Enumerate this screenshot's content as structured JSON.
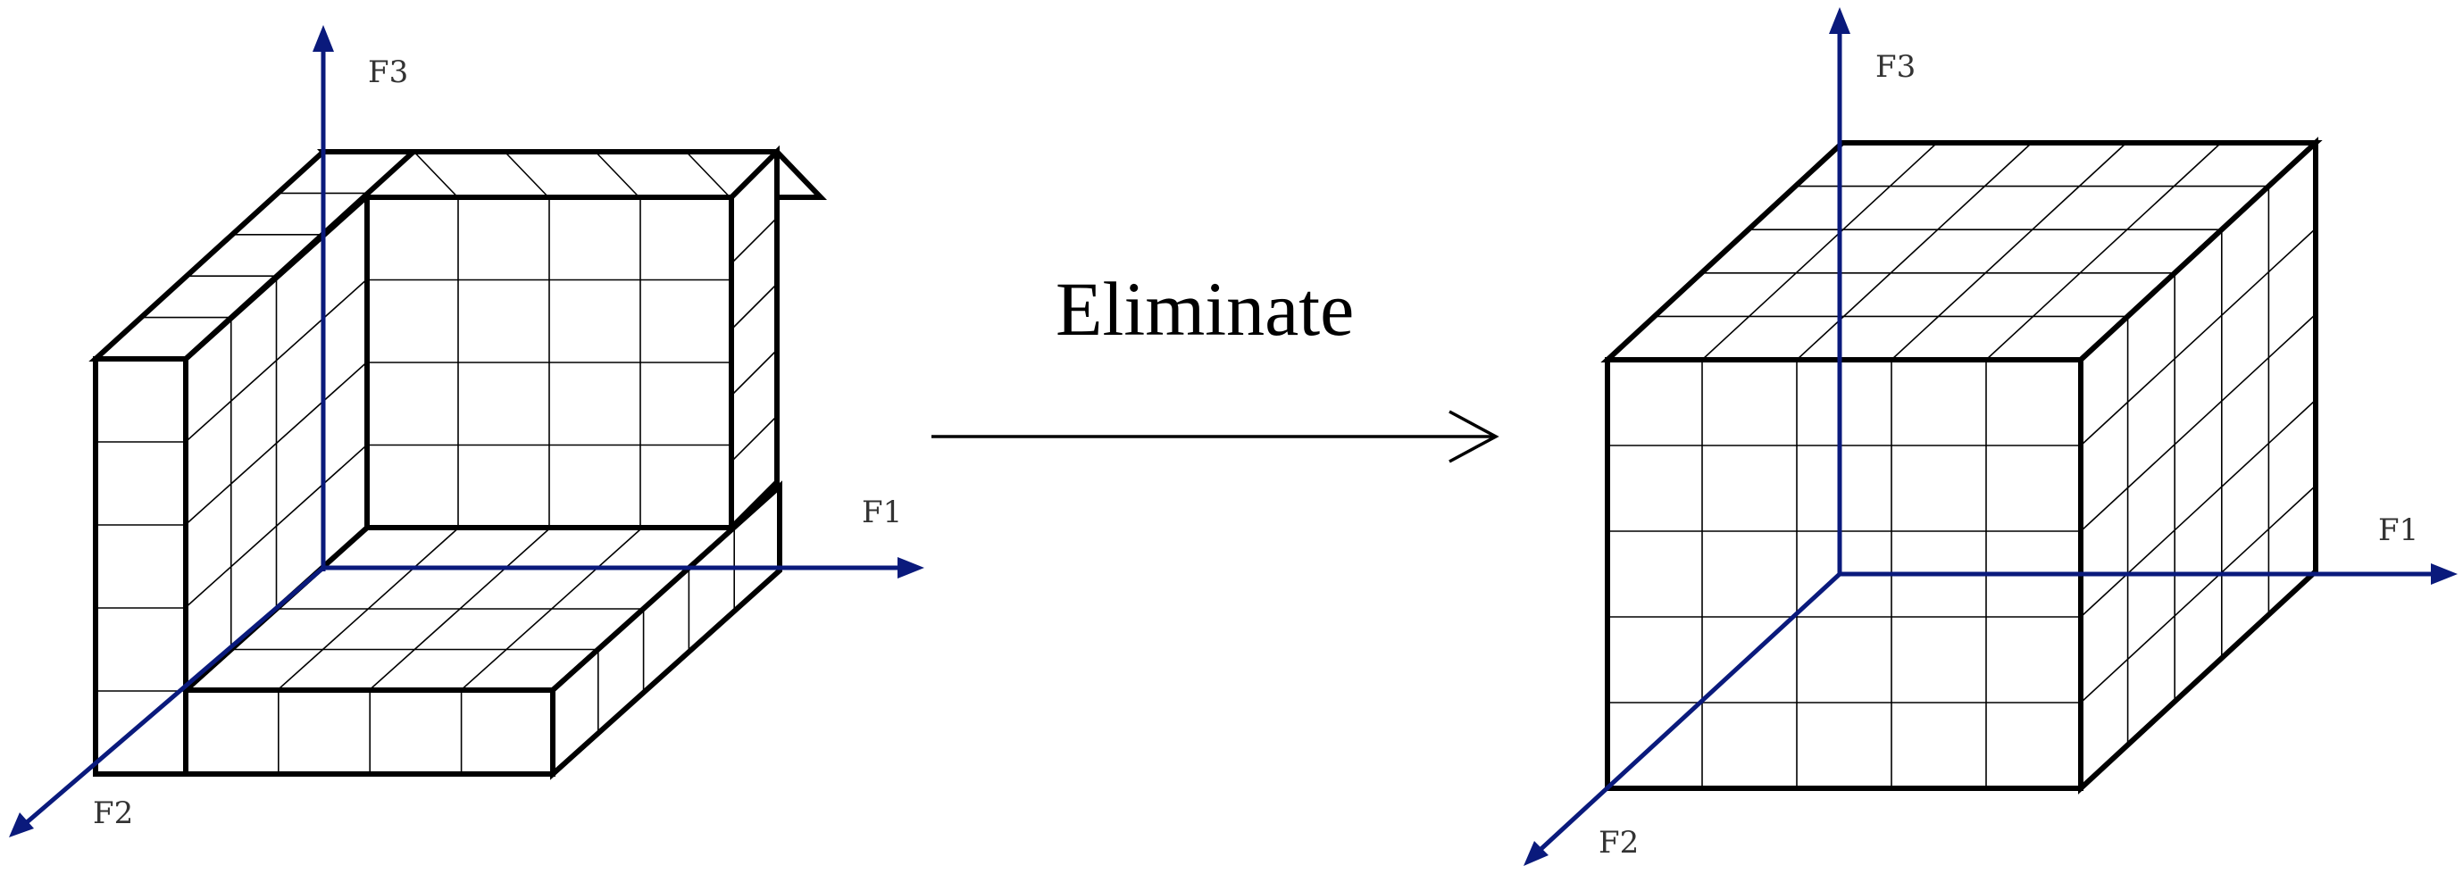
{
  "figure": {
    "transition_label": "Eliminate",
    "left_shape": {
      "axes": {
        "f1": "F1",
        "f2": "F2",
        "f3": "F3"
      }
    },
    "right_shape": {
      "axes": {
        "f1": "F1",
        "f2": "F2",
        "f3": "F3"
      }
    }
  },
  "colors": {
    "axis": "#0a1a7c",
    "grid_line": "#000000",
    "background": "#ffffff"
  }
}
